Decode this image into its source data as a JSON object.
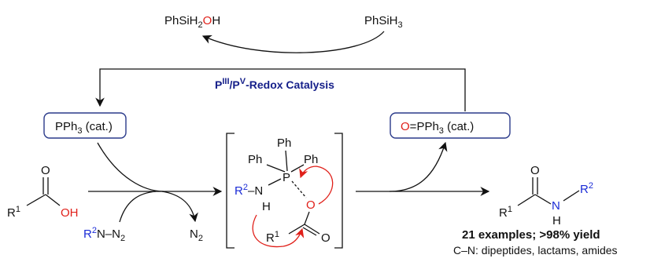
{
  "colors": {
    "black": "#111111",
    "blue": "#1a2bd6",
    "red": "#e0201a",
    "navy": "#16208a",
    "box_stroke": "#2a3a8a"
  },
  "top_left": {
    "a": "PhSiH",
    "sub": "2",
    "o": "O",
    "h": "H"
  },
  "top_right": {
    "a": "PhSiH",
    "sub": "3"
  },
  "redox": {
    "p1": "P",
    "sup1": "III",
    "slash": "/P",
    "sup2": "V",
    "rest": "-Redox Catalysis"
  },
  "box_left": {
    "a": "PPh",
    "sub": "3",
    "b": " (cat.)"
  },
  "box_right": {
    "o": "O",
    "eq": "=",
    "a": "PPh",
    "sub": "3",
    "b": " (cat.)"
  },
  "acid": {
    "o": "O",
    "r": "R",
    "sup": "1",
    "oh": "OH"
  },
  "azide": {
    "r": "R",
    "sup": "2",
    "rest": "N–N",
    "sub": "2"
  },
  "n2": {
    "n": "N",
    "sub": "2"
  },
  "intermediate": {
    "ph1": "Ph",
    "ph2": "Ph",
    "ph3": "Ph",
    "p": "P",
    "r2": "R",
    "sup2": "2",
    "n": "N",
    "h": "H",
    "o1": "O",
    "r1": "R",
    "sup1": "1",
    "o2": "O"
  },
  "amide": {
    "o": "O",
    "r1": "R",
    "sup1": "1",
    "n": "N",
    "h": "H",
    "r2": "R",
    "sup2": "2"
  },
  "summary": {
    "title": "21 examples; >98% yield",
    "detail": "C–N: dipeptides, lactams, amides"
  }
}
